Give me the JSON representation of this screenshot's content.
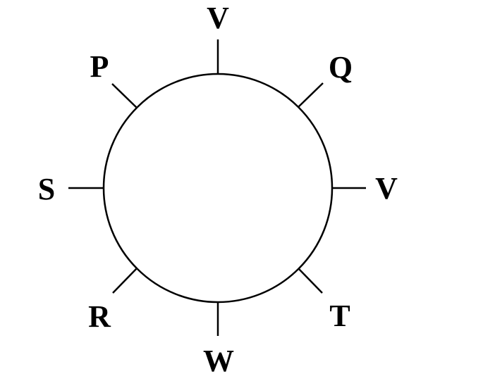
{
  "seats": [
    {
      "position": "top",
      "label": "V"
    },
    {
      "position": "top-right",
      "label": "Q"
    },
    {
      "position": "right",
      "label": "V"
    },
    {
      "position": "bottom-right",
      "label": "T"
    },
    {
      "position": "bottom",
      "label": "W"
    },
    {
      "position": "bottom-left",
      "label": "R"
    },
    {
      "position": "left",
      "label": "S"
    },
    {
      "position": "top-left",
      "label": "P"
    }
  ],
  "colors": {
    "stroke": "#000000",
    "background": "#ffffff"
  }
}
